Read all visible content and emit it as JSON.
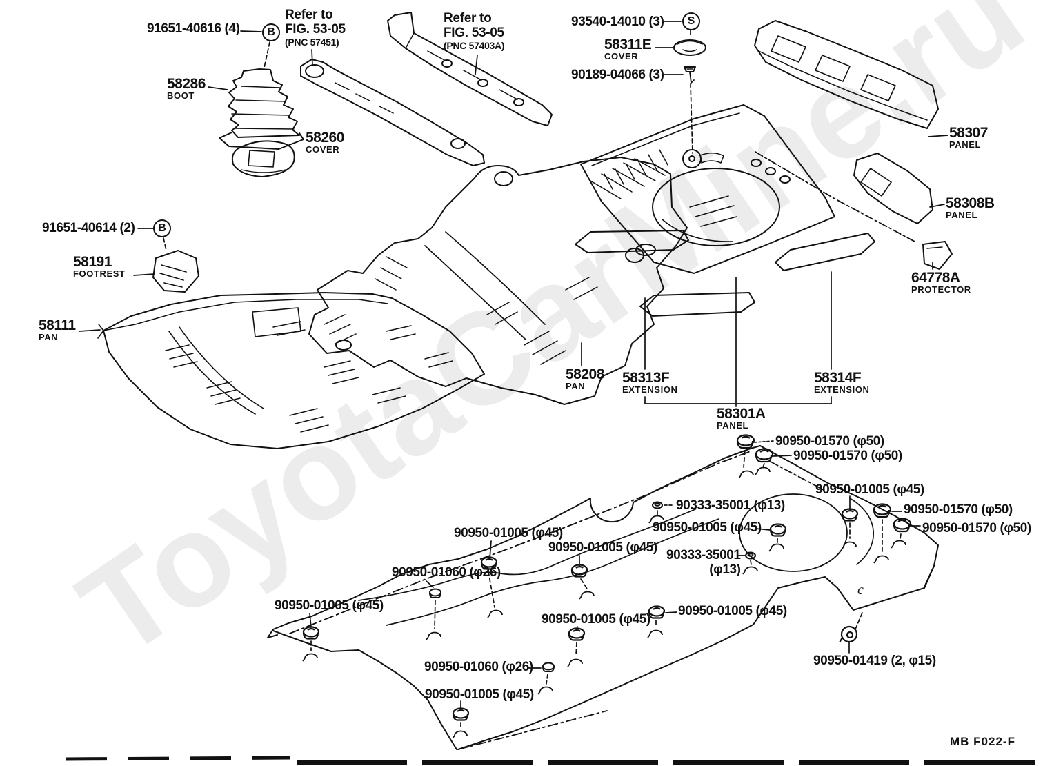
{
  "watermark": "ToyotaCarMine.ru",
  "figure_code": "MB F022-F",
  "body_letter": "c",
  "references": [
    {
      "line1": "Refer to",
      "line2": "FIG. 53-05",
      "pnc": "(PNC 57451)"
    },
    {
      "line1": "Refer to",
      "line2": "FIG. 53-05",
      "pnc": "(PNC 57403A)"
    }
  ],
  "markers": [
    {
      "letter": "B"
    },
    {
      "letter": "S"
    },
    {
      "letter": "B"
    }
  ],
  "parts": [
    {
      "number": "58286",
      "name": "BOOT"
    },
    {
      "number": "58260",
      "name": "COVER"
    },
    {
      "number": "58311E",
      "name": "COVER"
    },
    {
      "number": "58307",
      "name": "PANEL"
    },
    {
      "number": "58308B",
      "name": "PANEL"
    },
    {
      "number": "58191",
      "name": "FOOTREST"
    },
    {
      "number": "64778A",
      "name": "PROTECTOR"
    },
    {
      "number": "58111",
      "name": "PAN"
    },
    {
      "number": "58208",
      "name": "PAN"
    },
    {
      "number": "58313F",
      "name": "EXTENSION"
    },
    {
      "number": "58314F",
      "name": "EXTENSION"
    },
    {
      "number": "58301A",
      "name": "PANEL"
    }
  ],
  "callouts": [
    {
      "text": "91651-40616 (4)"
    },
    {
      "text": "93540-14010 (3)"
    },
    {
      "text": "90189-04066 (3)"
    },
    {
      "text": "91651-40614 (2)"
    },
    {
      "text": "90950-01570 (φ50)"
    },
    {
      "text": "90950-01570 (φ50)"
    },
    {
      "text": "90950-01005 (φ45)"
    },
    {
      "text": "90333-35001 (φ13)"
    },
    {
      "text": "90950-01005 (φ45)"
    },
    {
      "text": "90950-01570 (φ50)"
    },
    {
      "text": "90950-01570 (φ50)"
    },
    {
      "text": "90950-01005 (φ45)"
    },
    {
      "text": "90950-01005 (φ45)"
    },
    {
      "text": "90333-35001",
      "text2": "(φ13)"
    },
    {
      "text": "90950-01060 (φ26)"
    },
    {
      "text": "90950-01005 (φ45)"
    },
    {
      "text": "90950-01005 (φ45)"
    },
    {
      "text": "90950-01005 (φ45)"
    },
    {
      "text": "90950-01060 (φ26)"
    },
    {
      "text": "90950-01005 (φ45)"
    },
    {
      "text": "90950-01419 (2, φ15)"
    }
  ]
}
